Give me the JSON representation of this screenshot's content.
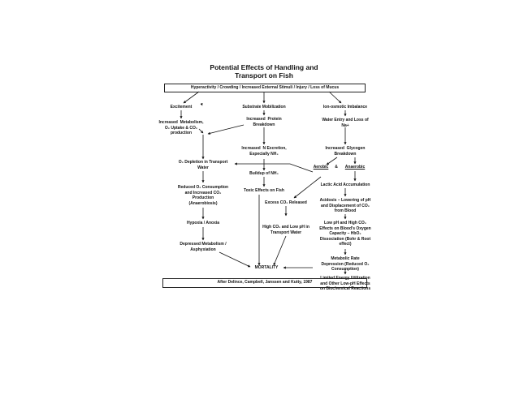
{
  "title": "Potential Effects of Handling and\nTransport on Fish",
  "top_box": "Hyperactivity / Crowding / Increased External Stimuli / Injury / Loss of Mucus",
  "footer_box": "After Delince, Campbell, Janssen and Kutty, 1987",
  "left": {
    "excitement": "Excitement",
    "metabolism": "Increased  Metabolism,\nO₂ Uptake & CO₂\nproduction",
    "o2_depletion": "O₂ Depletion in Transport\nWater",
    "reduced_o2": "Reduced O₂ Consumption\nand Increased CO₂\nProduction\n(Anaerobiosis)",
    "hypoxia": "Hypoxia / Anoxia",
    "depressed": "Depressed Metabolism /\nAsphyxiation"
  },
  "middle": {
    "substrate": "Substrate Mobilization",
    "protein": "Increased  Protein\nBreakdown",
    "n_excretion": "Increased  N Excretion,\nEspecially NH₃",
    "buildup": "Buildup of NH₃",
    "toxic": "Toxic Effects on Fish",
    "excess_co2": "Excess CO₂ Released",
    "high_co2": "High CO₂ and Low pH in\nTransport Water",
    "mortality": "MORTALITY"
  },
  "right": {
    "ion": "Ion-osmotic Imbalance",
    "water": "Water Entry and Loss of\nNa+",
    "glycogen": "Increased  Glycogen\nBreakdown",
    "aerobic": "Aerobic",
    "amp": "&",
    "anaerobic": "Anaerobic",
    "lactic": "Lactic Acid Accumulation",
    "acidosis": "Acidosis – Lowering of pH\nand Displacement of CO₂\nfrom Blood",
    "low_ph": "Low pH and High CO₂\nEffects on Blood's Oxygen\nCapacity – HbO₂\nDissociation (Bohr & Root\neffect)",
    "metabolic_rate": "Metabolic Rate\nDepression (Reduced O₂\nConsumption)",
    "limited": "Limited Energy Utilization\nand Other Low-pH Effects\non Biochemical Reactions"
  }
}
